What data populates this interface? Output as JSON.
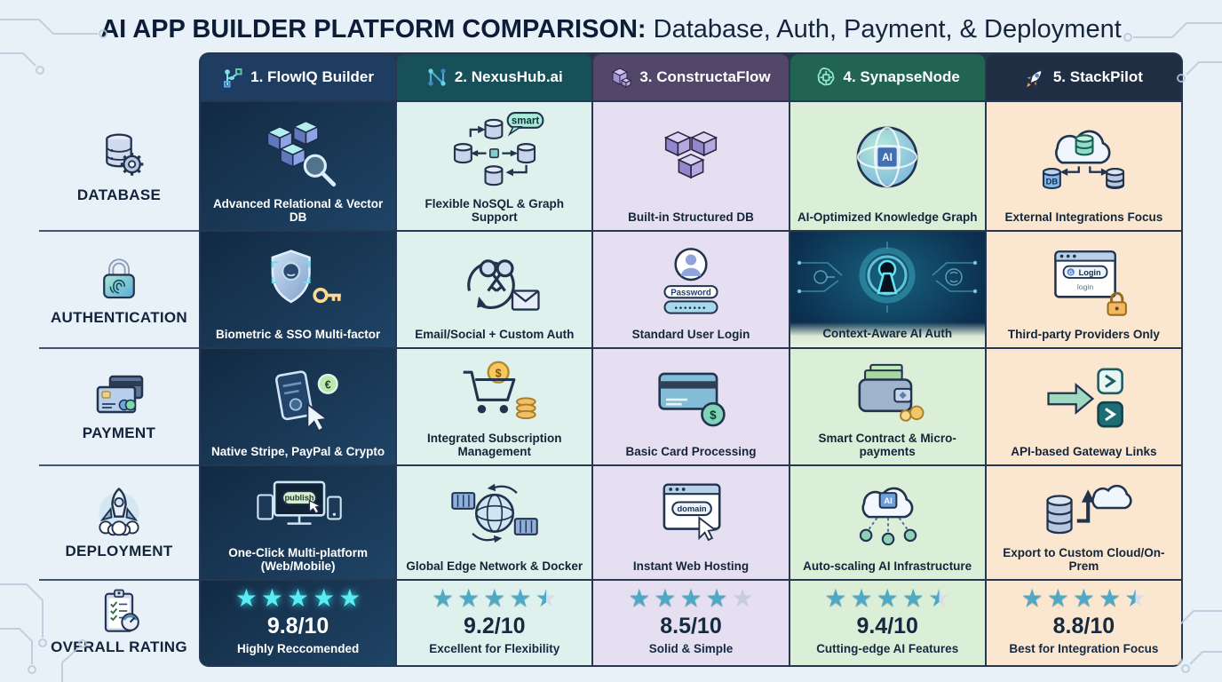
{
  "title": {
    "bold": "AI APP BUILDER PLATFORM COMPARISON:",
    "regular": " Database, Auth, Payment, & Deployment"
  },
  "rows": [
    {
      "label": "DATABASE"
    },
    {
      "label": "AUTHENTICATION"
    },
    {
      "label": "PAYMENT"
    },
    {
      "label": "DEPLOYMENT"
    },
    {
      "label": "OVERALL RATING"
    }
  ],
  "columns": [
    {
      "header": "1. FlowIQ Builder",
      "cells": {
        "database": "Advanced Relational & Vector DB",
        "auth": "Biometric & SSO Multi-factor",
        "payment": "Native Stripe, PayPal & Crypto",
        "deployment": "One-Click Multi-platform (Web/Mobile)"
      },
      "rating": {
        "stars": 5,
        "score": "9.8/10",
        "verdict": "Highly Reccomended"
      }
    },
    {
      "header": "2. NexusHub.ai",
      "cells": {
        "database": "Flexible NoSQL & Graph Support",
        "auth": "Email/Social + Custom Auth",
        "payment": "Integrated Subscription Management",
        "deployment": "Global Edge Network & Docker"
      },
      "rating": {
        "stars": 4.5,
        "score": "9.2/10",
        "verdict": "Excellent for Flexibility"
      }
    },
    {
      "header": "3. ConstructaFlow",
      "cells": {
        "database": "Built-in Structured DB",
        "auth": "Standard User Login",
        "payment": "Basic Card Processing",
        "deployment": "Instant Web Hosting"
      },
      "rating": {
        "stars": 4,
        "score": "8.5/10",
        "verdict": "Solid & Simple"
      }
    },
    {
      "header": "4. SynapseNode",
      "cells": {
        "database": "AI-Optimized Knowledge Graph",
        "auth": "Context-Aware AI Auth",
        "payment": "Smart Contract & Micro-payments",
        "deployment": "Auto-scaling AI Infrastructure"
      },
      "rating": {
        "stars": 4.5,
        "score": "9.4/10",
        "verdict": "Cutting-edge AI Features"
      }
    },
    {
      "header": "5. StackPilot",
      "cells": {
        "database": "External Integrations Focus",
        "auth": "Third-party Providers Only",
        "payment": "API-based Gateway Links",
        "deployment": "Export to Custom Cloud/On-Prem"
      },
      "rating": {
        "stars": 4.5,
        "score": "8.8/10",
        "verdict": "Best for Integration Focus"
      }
    }
  ],
  "micro": {
    "smart": "smart",
    "ai": "AI",
    "db": "DB",
    "password": "Password",
    "password_dots": "•••••••",
    "g": "G",
    "login_button": "Login",
    "login_field": "login",
    "publish": "publish",
    "domain": "domain",
    "euro": "€",
    "dollar": "$"
  },
  "colors": {
    "page_bg": "#e9f1f8",
    "grid_line": "#26374f",
    "column_headers": [
      "#1e3d60",
      "#175059",
      "#524669",
      "#216452",
      "#202e44"
    ],
    "column_cells": [
      "#1a3a5c",
      "#def1ec",
      "#e5dff1",
      "#dbeed8",
      "#fbe7d0"
    ],
    "star_full": "#4fa8c4",
    "star_bright": "#59ecf2",
    "star_empty": "#c7cdda"
  }
}
